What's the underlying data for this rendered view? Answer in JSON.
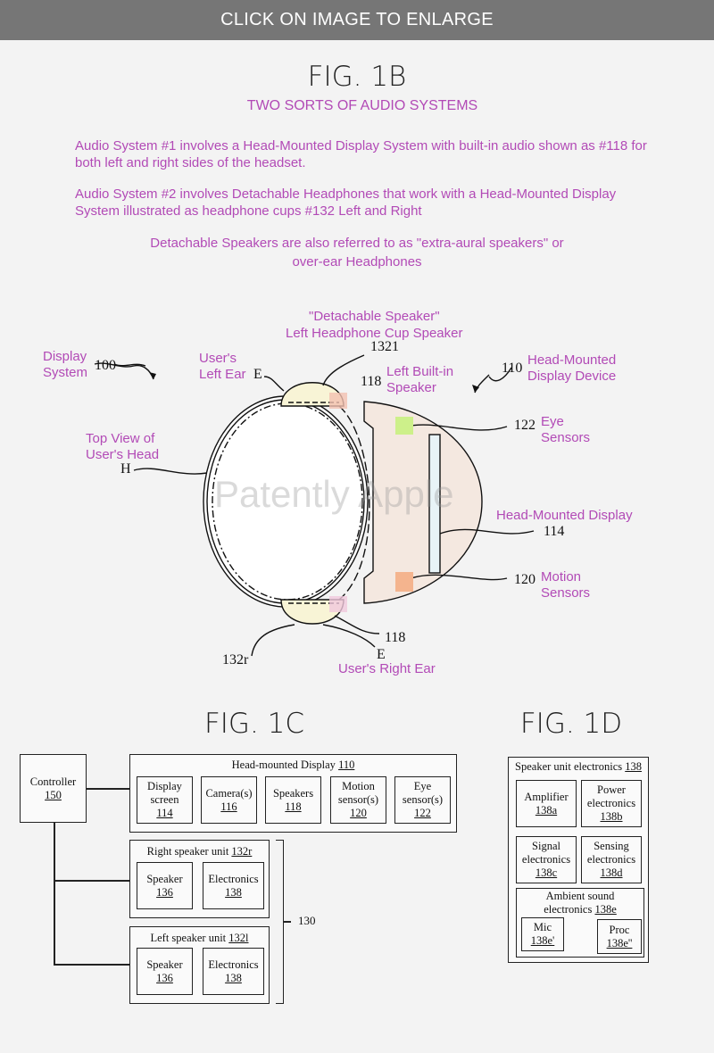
{
  "header": {
    "label": "CLICK ON IMAGE TO ENLARGE"
  },
  "fig1b": {
    "title": "FIG. 1B",
    "subtitle": "TWO SORTS OF AUDIO SYSTEMS",
    "para1": "Audio System #1 involves a Head-Mounted Display System with built-in audio shown as #118 for both left and right sides of the headset.",
    "para2": "Audio System #2 involves Detachable Headphones that work with a Head-Mounted Display System illustrated as headphone cups #132 Left and Right",
    "para3a": "Detachable Speakers are also referred to as \"extra-aural speakers\" or",
    "para3b": "over-ear Headphones",
    "labels": {
      "detachable1": "\"Detachable Speaker\"",
      "detachable2": "Left Headphone Cup Speaker",
      "display_system1": "Display",
      "display_system2": "System",
      "left_ear1": "User's",
      "left_ear2": "Left Ear",
      "builtin1": "Left Built-in",
      "builtin2": "Speaker",
      "hmd_device1": "Head-Mounted",
      "hmd_device2": "Display Device",
      "top_view1": "Top View of",
      "top_view2": "User's Head",
      "eye1": "Eye",
      "eye2": "Sensors",
      "hmd": "Head-Mounted Display",
      "motion1": "Motion",
      "motion2": "Sensors",
      "right_ear": "User's Right Ear"
    },
    "numbers": {
      "n100": "100",
      "n1321": "1321",
      "e_top": "E",
      "n118_top": "118",
      "n110": "110",
      "h": "H",
      "n122": "122",
      "n114": "114",
      "n120": "120",
      "n118_bot": "118",
      "e_bot": "E",
      "n132r": "132r"
    },
    "watermark": "Patently Apple"
  },
  "fig1c": {
    "title": "FIG. 1C",
    "controller": {
      "label": "Controller",
      "num": "150"
    },
    "hmd": {
      "label": "Head-mounted Display",
      "num": "110",
      "items": [
        {
          "l1": "Display",
          "l2": "screen",
          "num": "114"
        },
        {
          "l1": "Camera(s)",
          "l2": "",
          "num": "116"
        },
        {
          "l1": "Speakers",
          "l2": "",
          "num": "118"
        },
        {
          "l1": "Motion",
          "l2": "sensor(s)",
          "num": "120"
        },
        {
          "l1": "Eye",
          "l2": "sensor(s)",
          "num": "122"
        }
      ]
    },
    "right": {
      "label": "Right speaker unit",
      "num": "132r",
      "items": [
        {
          "l": "Speaker",
          "num": "136"
        },
        {
          "l": "Electronics",
          "num": "138"
        }
      ]
    },
    "left": {
      "label": "Left speaker unit",
      "num": "132l",
      "items": [
        {
          "l": "Speaker",
          "num": "136"
        },
        {
          "l": "Electronics",
          "num": "138"
        }
      ]
    },
    "group": "130"
  },
  "fig1d": {
    "title": "FIG. 1D",
    "label": "Speaker unit electronics",
    "num": "138",
    "items": [
      {
        "l1": "Amplifier",
        "l2": "",
        "num": "138a"
      },
      {
        "l1": "Power",
        "l2": "electronics",
        "num": "138b"
      },
      {
        "l1": "Signal",
        "l2": "electronics",
        "num": "138c"
      },
      {
        "l1": "Sensing",
        "l2": "electronics",
        "num": "138d"
      }
    ],
    "ambient": {
      "l1": "Ambient sound",
      "l2": "electronics",
      "num": "138e",
      "mic": "Mic",
      "mic_num": "138e'",
      "proc": "Proc",
      "proc_num": "138e''"
    }
  }
}
